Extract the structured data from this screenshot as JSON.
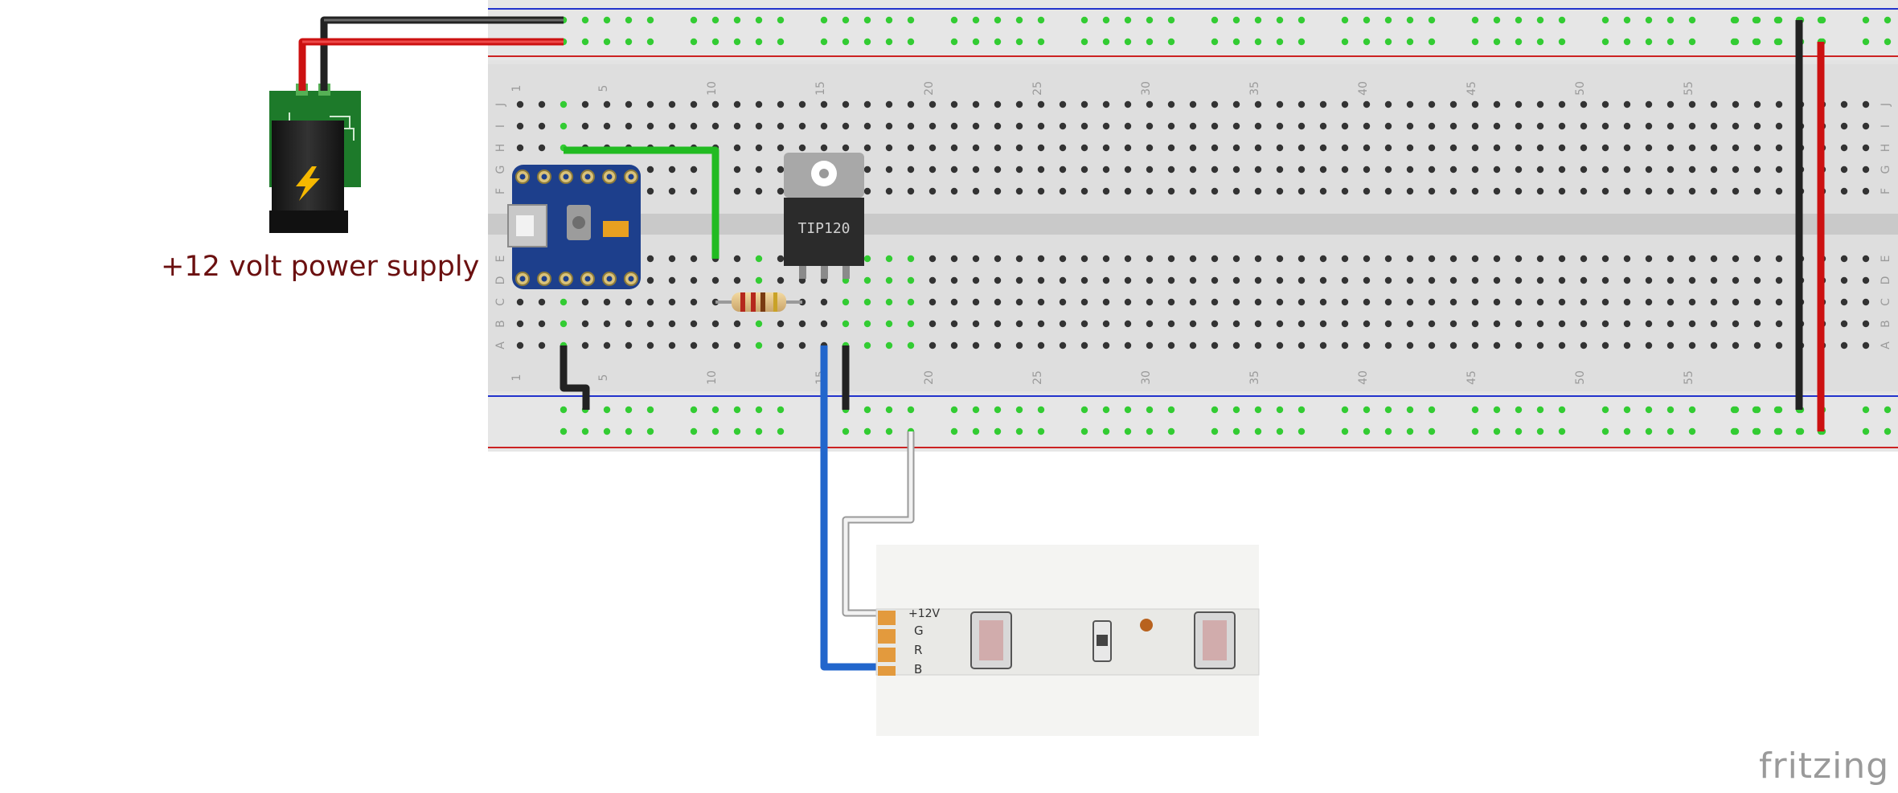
{
  "diagram": {
    "power_supply_label": "+12 volt power supply",
    "tool_logo": "fritzing",
    "transistor_label": "TIP120",
    "strip_pins": [
      "+12V",
      "G",
      "R",
      "B"
    ],
    "breadboard": {
      "row_letters_top": [
        "J",
        "I",
        "H",
        "G",
        "F"
      ],
      "row_letters_bottom": [
        "E",
        "D",
        "C",
        "B",
        "A"
      ],
      "column_numbers": [
        "1",
        "5",
        "10",
        "15",
        "20",
        "25",
        "30",
        "35",
        "40",
        "45",
        "50",
        "55"
      ],
      "columns": 63
    },
    "colors": {
      "rail_blue": "#2233cc",
      "rail_red": "#cc2222",
      "breadboard": "#e3e3e3",
      "hole": "#333333",
      "connected": "#33cc33",
      "wire_black": "#222222",
      "wire_red": "#cc1111",
      "wire_green": "#22bb22",
      "wire_blue": "#2266cc",
      "wire_white": "#f0f0f0",
      "pcb_green": "#1d7a2a",
      "board_blue": "#1d3f8c"
    }
  }
}
